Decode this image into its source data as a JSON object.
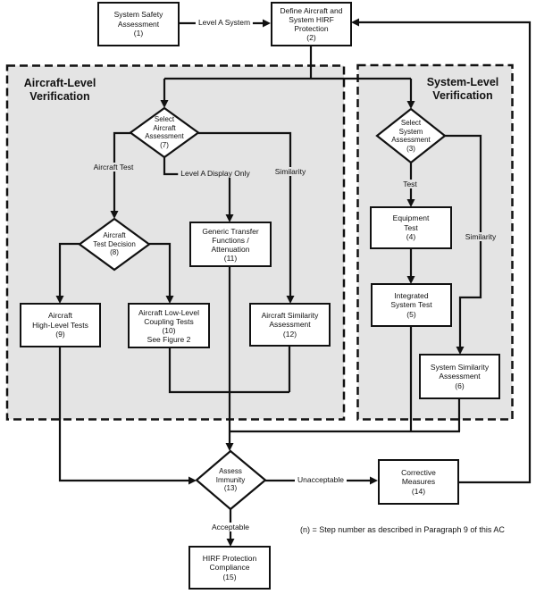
{
  "colors": {
    "region_fill": "#e4e4e4",
    "line": "#111111",
    "box_fill": "#ffffff"
  },
  "regions": {
    "aircraft_level": {
      "title": "Aircraft-Level\nVerification"
    },
    "system_level": {
      "title": "System-Level\nVerification"
    }
  },
  "nodes": {
    "system_safety_assessment": {
      "text": "System Safety\nAssessment\n(1)"
    },
    "define_hirf_protection": {
      "text": "Define Aircraft and\nSystem HIRF\nProtection\n(2)"
    },
    "select_system_assessment": {
      "text": "Select\nSystem\nAssessment\n(3)"
    },
    "equipment_test": {
      "text": "Equipment\nTest\n(4)"
    },
    "integrated_system_test": {
      "text": "Integrated\nSystem Test\n(5)"
    },
    "system_similarity_assessment": {
      "text": "System Similarity\nAssessment\n(6)"
    },
    "select_aircraft_assessment": {
      "text": "Select\nAircraft\nAssessment\n(7)"
    },
    "aircraft_test_decision": {
      "text": "Aircraft\nTest Decision\n(8)"
    },
    "aircraft_high_level_tests": {
      "text": "Aircraft\nHigh-Level Tests\n(9)"
    },
    "aircraft_low_level_coupling_tests": {
      "text": "Aircraft Low-Level\nCoupling Tests\n(10)\nSee Figure 2"
    },
    "generic_transfer_functions": {
      "text": "Generic Transfer\nFunctions /\nAttenuation\n(11)"
    },
    "aircraft_similarity_assessment": {
      "text": "Aircraft Similarity\nAssessment\n(12)"
    },
    "assess_immunity": {
      "text": "Assess\nImmunity\n(13)"
    },
    "corrective_measures": {
      "text": "Corrective\nMeasures\n(14)"
    },
    "hirf_protection_compliance": {
      "text": "HIRF Protection\nCompliance\n(15)"
    }
  },
  "edge_labels": {
    "level_a_system": "Level A System",
    "aircraft_test": "Aircraft Test",
    "level_a_display_only": "Level A Display Only",
    "similarity_aircraft": "Similarity",
    "test": "Test",
    "similarity_system": "Similarity",
    "unacceptable": "Unacceptable",
    "acceptable": "Acceptable"
  },
  "note": "(n) = Step number as described in Paragraph 9 of this AC"
}
